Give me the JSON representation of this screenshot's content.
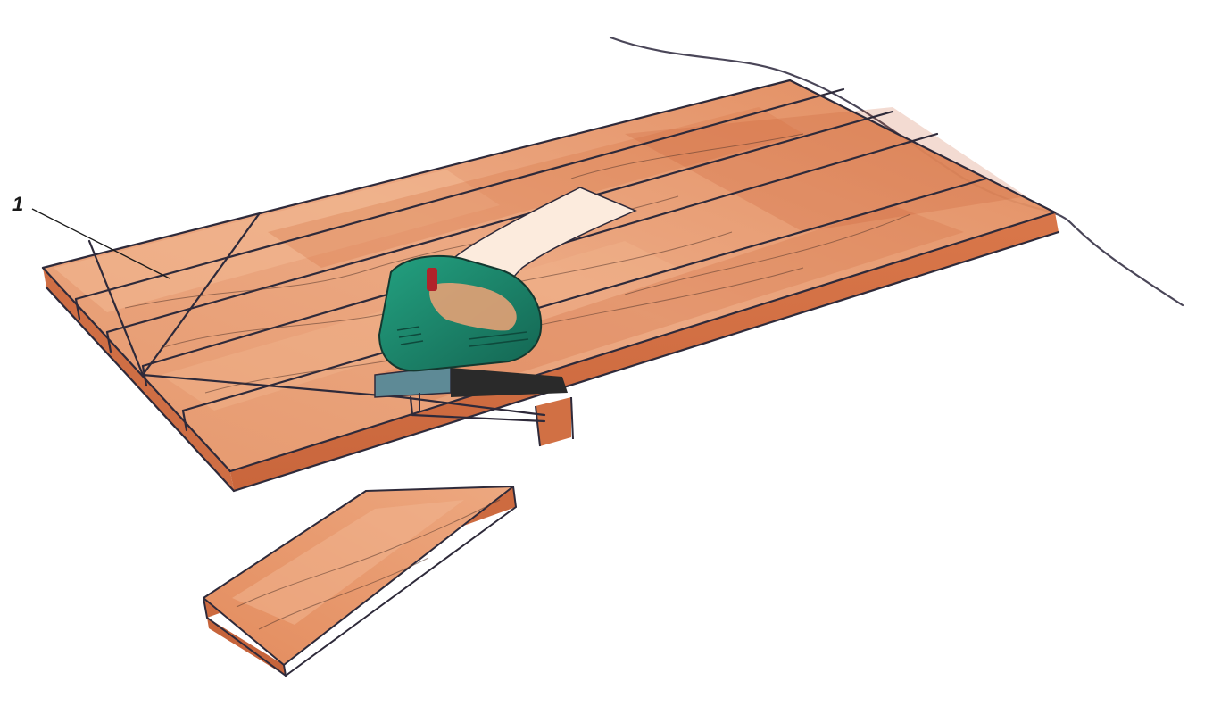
{
  "callout": {
    "label": "1"
  },
  "colors": {
    "background": "#ffffff",
    "wood_light": "#ECA77F",
    "wood_mid": "#E08A5F",
    "wood_dark": "#C85E36",
    "sketch_line": "#2E2A3A",
    "tool_body": "#1E8A6E",
    "tool_dark": "#135E4C",
    "tool_grip": "#2A2A2A",
    "skin": "#FBE7D8"
  },
  "icons": {
    "main": "wooden-panel-with-jigsaw",
    "offcut": "cut-off-board-piece"
  }
}
